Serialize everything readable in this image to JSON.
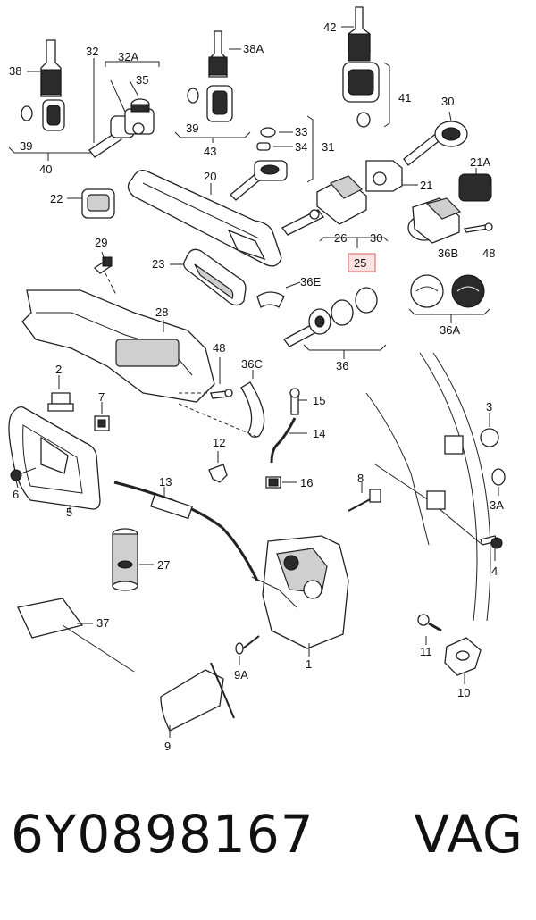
{
  "labels": {
    "l42": "42",
    "l38": "38",
    "l38A": "38A",
    "l32": "32",
    "l32A": "32A",
    "l35": "35",
    "l39a": "39",
    "l39b": "39",
    "l40": "40",
    "l43": "43",
    "l41": "41",
    "l30a": "30",
    "l33": "33",
    "l34": "34",
    "l31": "31",
    "l22": "22",
    "l20": "20",
    "l21": "21",
    "l21A": "21A",
    "l26": "26",
    "l30b": "30",
    "l25": "25",
    "l36B": "36B",
    "l48a": "48",
    "l29": "29",
    "l23": "23",
    "l36E": "36E",
    "l36A": "36A",
    "l28": "28",
    "l36": "36",
    "l48b": "48",
    "l36C": "36C",
    "l2": "2",
    "l7": "7",
    "l15": "15",
    "l14": "14",
    "l3": "3",
    "l12": "12",
    "l16": "16",
    "l6": "6",
    "l5": "5",
    "l13": "13",
    "l8": "8",
    "l3A": "3A",
    "l27": "27",
    "l4": "4",
    "l37": "37",
    "l11": "11",
    "l1": "1",
    "l9A": "9A",
    "l10": "10",
    "l9": "9"
  },
  "footer": {
    "part_number": "6Y0898167",
    "brand": "VAG"
  },
  "colors": {
    "highlight_fill": "#fbe3e3",
    "highlight_stroke": "#e07a7a"
  }
}
